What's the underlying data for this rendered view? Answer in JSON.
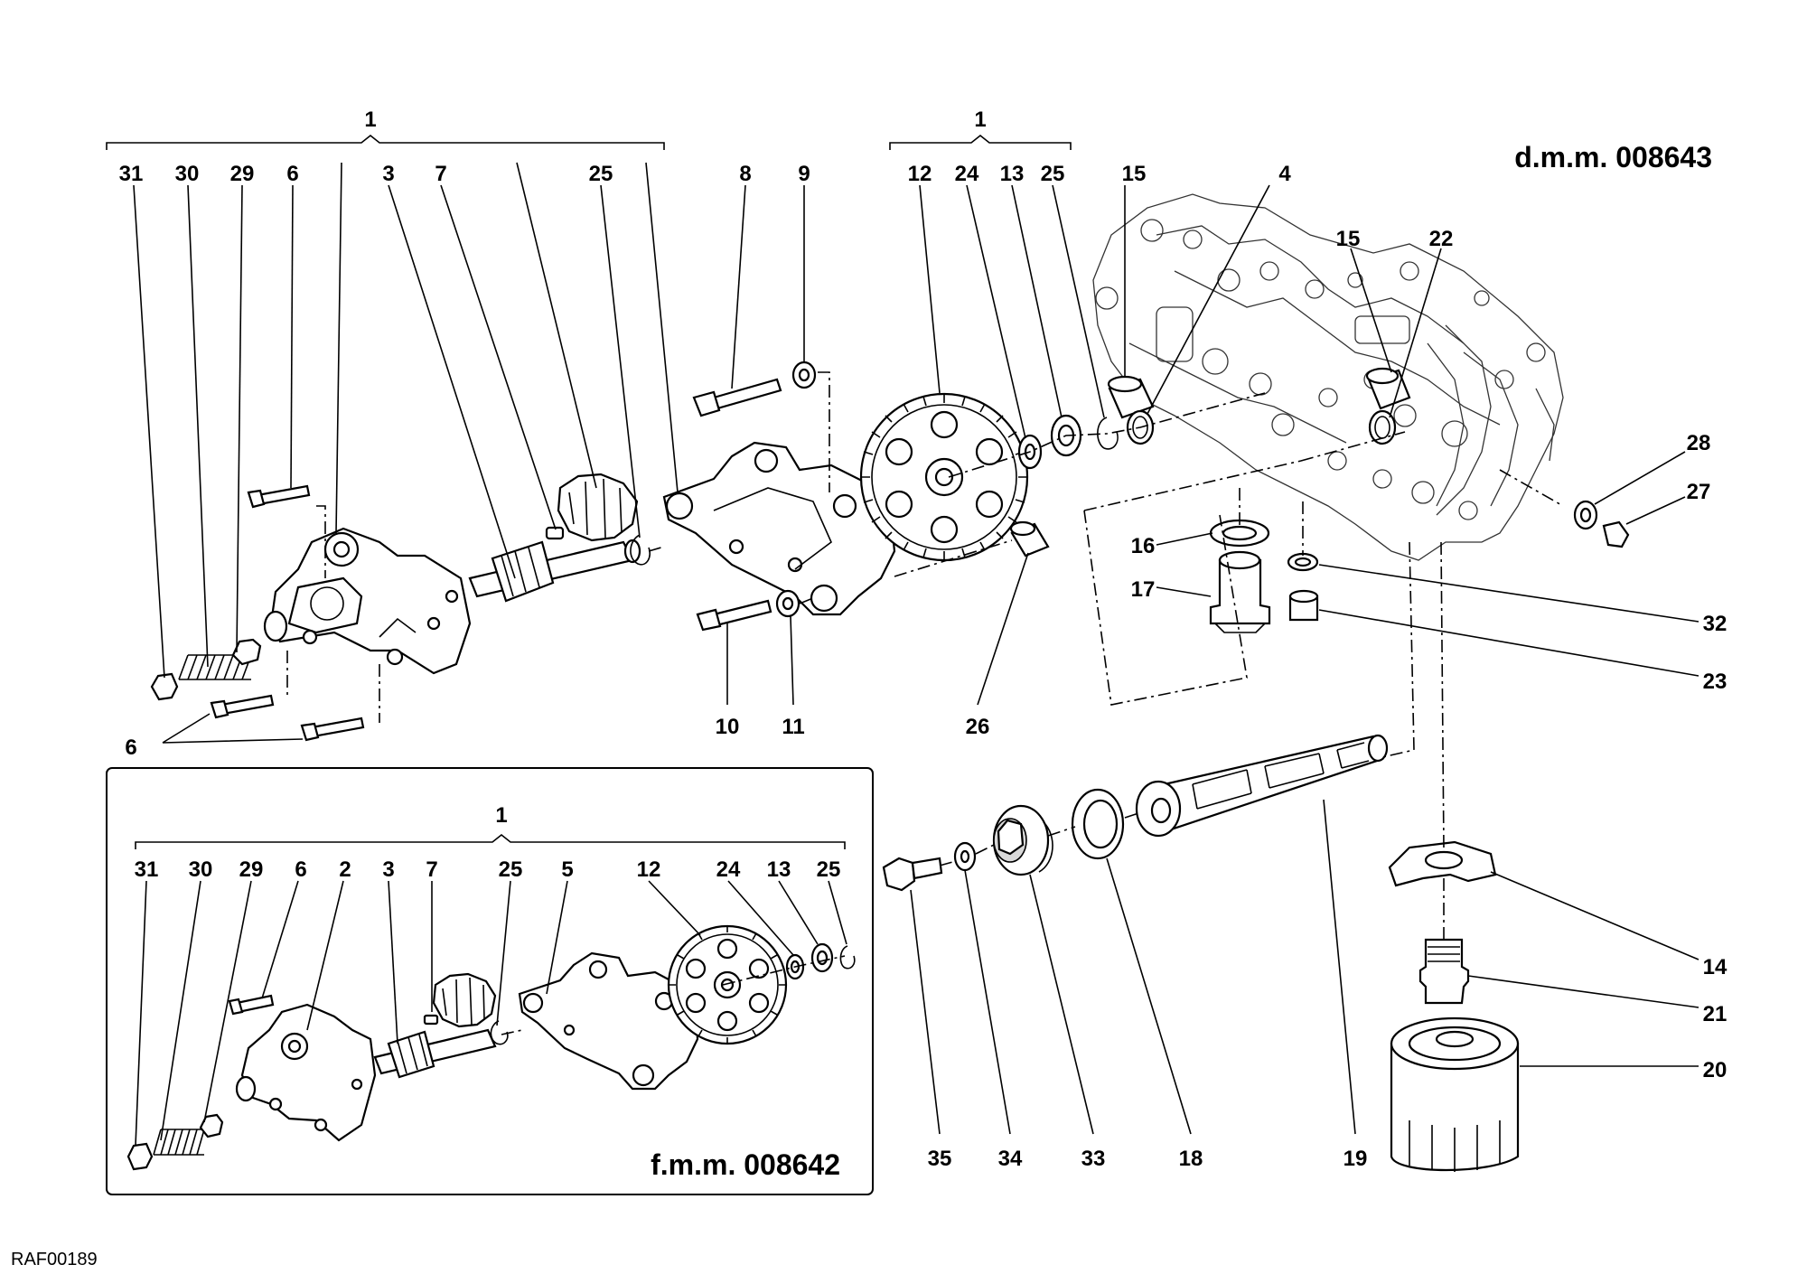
{
  "references": {
    "main": "d.m.m. 008643",
    "inset": "f.m.m. 008642",
    "drawing_code": "RAF00189"
  },
  "main_labels": {
    "group_left": "1",
    "group_right": "1",
    "l31": "31",
    "l30": "30",
    "l29": "29",
    "l6a": "6",
    "l3": "3",
    "l7": "7",
    "l25a": "25",
    "l8": "8",
    "l9": "9",
    "l12": "12",
    "l24": "24",
    "l13": "13",
    "l25b": "25",
    "l15a": "15",
    "l4": "4",
    "l15b": "15",
    "l22": "22",
    "l28": "28",
    "l27": "27",
    "l16": "16",
    "l17": "17",
    "l32": "32",
    "l23": "23",
    "l6b": "6",
    "l10": "10",
    "l11": "11",
    "l26": "26",
    "l14": "14",
    "l21": "21",
    "l20": "20",
    "l35": "35",
    "l34": "34",
    "l33": "33",
    "l18": "18",
    "l19": "19"
  },
  "inset_labels": {
    "group": "1",
    "l31": "31",
    "l30": "30",
    "l29": "29",
    "l6": "6",
    "l2": "2",
    "l3": "3",
    "l7": "7",
    "l25a": "25",
    "l5": "5",
    "l12": "12",
    "l24": "24",
    "l13": "13",
    "l25b": "25"
  }
}
